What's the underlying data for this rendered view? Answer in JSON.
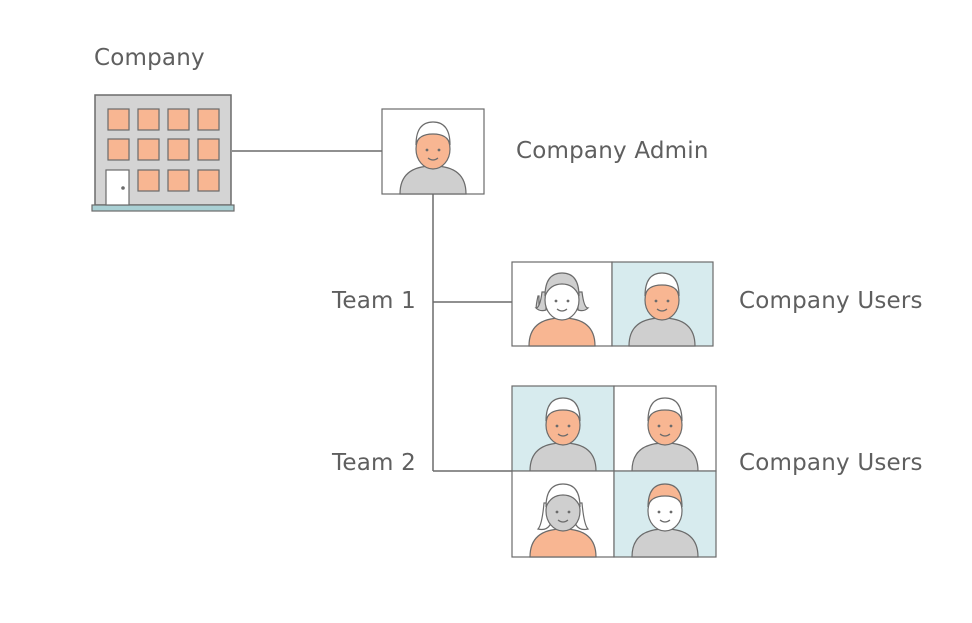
{
  "diagram": {
    "company": {
      "label": "Company",
      "icon": "building-icon"
    },
    "admin": {
      "label": "Company Admin",
      "icon": "admin-avatar-icon"
    },
    "teams": [
      {
        "label": "Team 1",
        "members_label": "Company Users",
        "member_count": 2
      },
      {
        "label": "Team 2",
        "members_label": "Company Users",
        "member_count": 4
      }
    ]
  },
  "colors": {
    "text": "#5f5f5f",
    "line": "#6b6b6b",
    "orange": "#f8b692",
    "gray": "#cfcfcf",
    "light_blue": "#d7ebee",
    "building": "#d4d4d4",
    "building_base": "#a9d0d4"
  }
}
